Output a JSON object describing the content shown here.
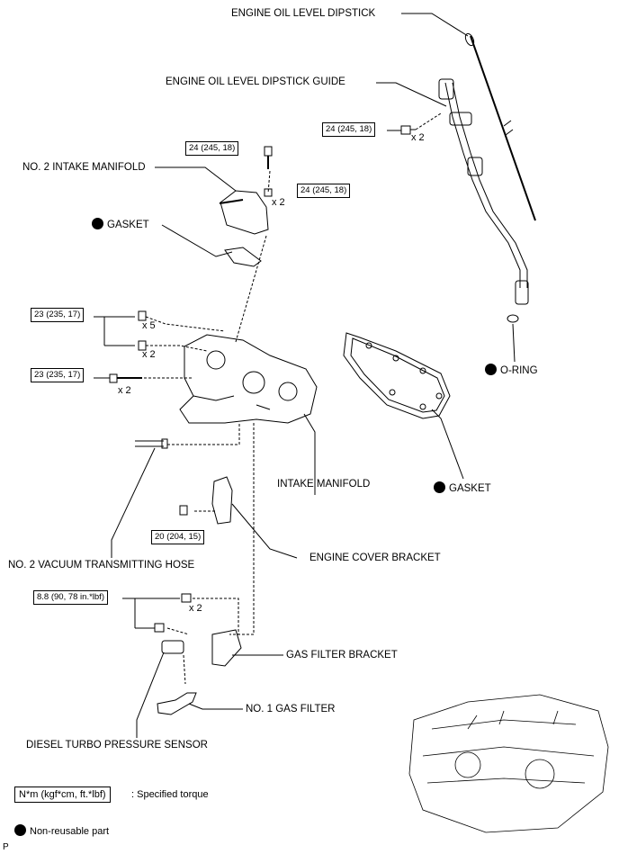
{
  "labels": {
    "dipstick": "ENGINE OIL LEVEL DIPSTICK",
    "dipstick_guide": "ENGINE OIL LEVEL DIPSTICK GUIDE",
    "no2_intake_manifold": "NO. 2 INTAKE MANIFOLD",
    "gasket_upper": "GASKET",
    "o_ring": "O-RING",
    "gasket_right": "GASKET",
    "intake_manifold": "INTAKE MANIFOLD",
    "no2_vacuum_hose": "NO. 2 VACUUM TRANSMITTING HOSE",
    "engine_cover_bracket": "ENGINE COVER BRACKET",
    "gas_filter_bracket": "GAS FILTER BRACKET",
    "no1_gas_filter": "NO. 1 GAS FILTER",
    "diesel_turbo_sensor": "DIESEL TURBO PRESSURE SENSOR"
  },
  "torques": {
    "guide_bolt": "24 (245, 18)",
    "no2_manifold_bolt": "24 (245, 18)",
    "no2_manifold_nut": "24 (245, 18)",
    "manifold_nuts": "23 (235, 17)",
    "manifold_stud": "23 (235, 17)",
    "cover_bracket_bolt": "20 (204, 15)",
    "sensor_bolts": "8.8 (90, 78 in.*lbf)"
  },
  "quantities": {
    "guide_bolt": "x 2",
    "no2_manifold_nut": "x 2",
    "manifold_nut_a": "x 5",
    "manifold_nut_b": "x 2",
    "manifold_stud": "x 2",
    "sensor_bolt": "x 2"
  },
  "legend": {
    "torque_unit": "N*m (kgf*cm, ft.*lbf)",
    "torque_desc": ": Specified torque",
    "nonreusable": "Non-reusable part"
  },
  "corner_code": "P"
}
